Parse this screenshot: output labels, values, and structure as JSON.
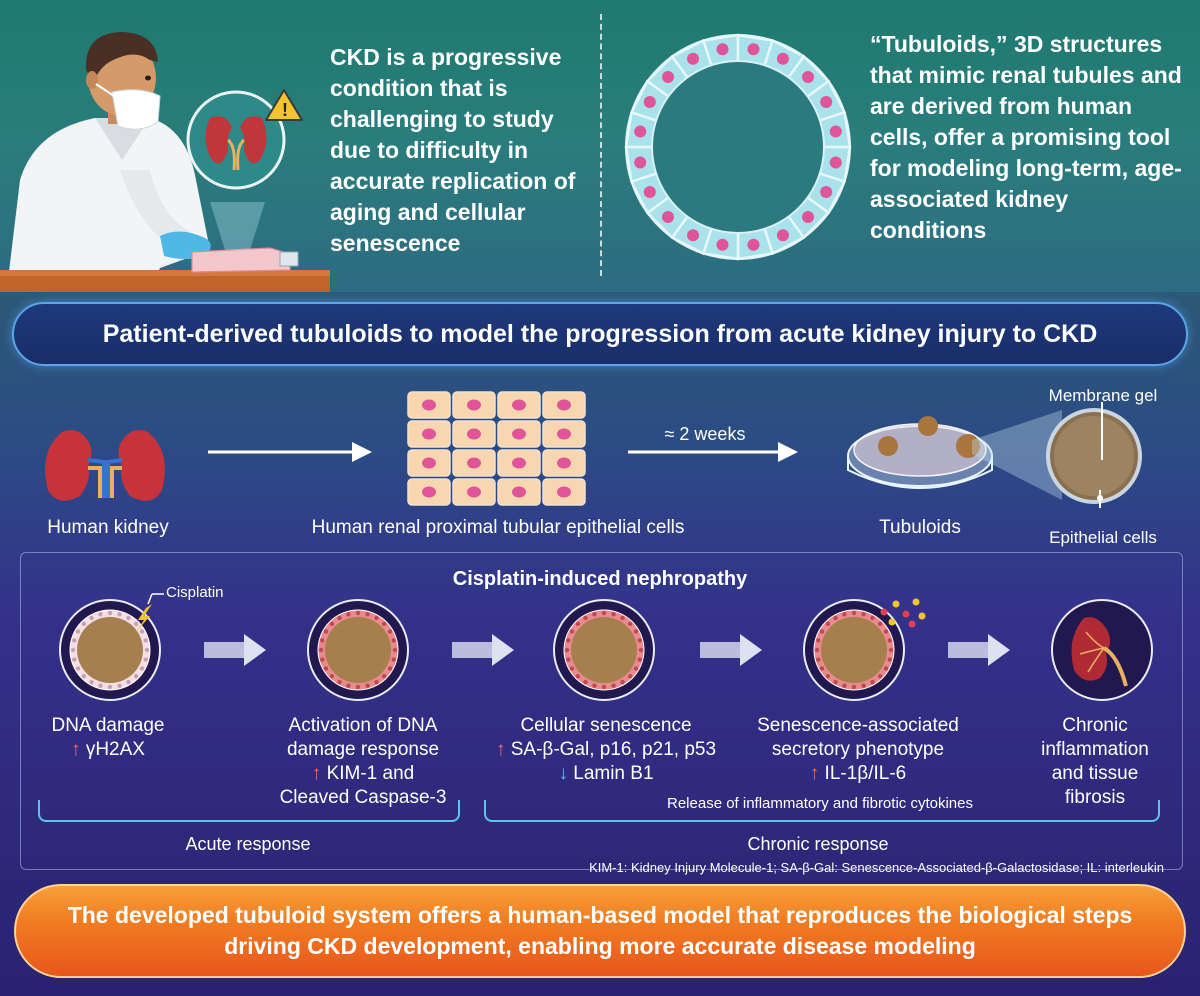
{
  "intro": {
    "ckd_text": "CKD is a progressive condition that is challenging to study due to difficulty in accurate replication of aging and cellular senescence",
    "tubuloid_text": "“Tubuloids,” 3D structures that mimic renal tubules and are derived from human cells, offer a promising tool for modeling long-term, age-associated kidney conditions",
    "warning_symbol": "!"
  },
  "title": "Patient-derived tubuloids to model the progression from acute kidney injury to CKD",
  "workflow": {
    "kidney_label": "Human kidney",
    "cells_label": "Human renal proximal tubular epithelial cells",
    "duration_label": "≈ 2 weeks",
    "tubuloids_label": "Tubuloids",
    "membrane_label": "Membrane gel",
    "epithelial_label": "Epithelial cells"
  },
  "panel": {
    "title": "Cisplatin-induced nephropathy",
    "cisplatin_label": "Cisplatin",
    "steps": [
      {
        "line1": "DNA damage",
        "marker_arrow": "↑",
        "marker": "γH2AX"
      },
      {
        "line1": "Activation of DNA",
        "line2": "damage response",
        "marker_arrow": "↑",
        "marker": "KIM-1 and",
        "line4": "Cleaved Caspase-3"
      },
      {
        "line1": "Cellular senescence",
        "marker_arrow": "↑",
        "marker": "SA-β-Gal, p16, p21, p53",
        "down_arrow": "↓",
        "down_marker": "Lamin B1"
      },
      {
        "line1": "Senescence-associated",
        "line2": "secretory phenotype",
        "marker_arrow": "↑",
        "marker": "IL-1β/IL-6"
      },
      {
        "line1": "Chronic",
        "line2": "inflammation",
        "line3": "and tissue",
        "line4": "fibrosis"
      }
    ],
    "cytokine_note": "Release of inflammatory and fibrotic cytokines",
    "acute_label": "Acute response",
    "chronic_label": "Chronic response"
  },
  "footnote": "KIM-1: Kidney Injury Molecule-1; SA-β-Gal: Senescence-Associated-β-Galactosidase; IL: interleukin",
  "conclusion": "The developed tubuloid system offers a human-based model that reproduces the biological steps driving CKD development, enabling more accurate disease modeling",
  "colors": {
    "accent_cyan": "#5cc6e8",
    "up_red": "#f06d6d",
    "down_blue": "#67b8f0",
    "orange": "#f07c22"
  }
}
